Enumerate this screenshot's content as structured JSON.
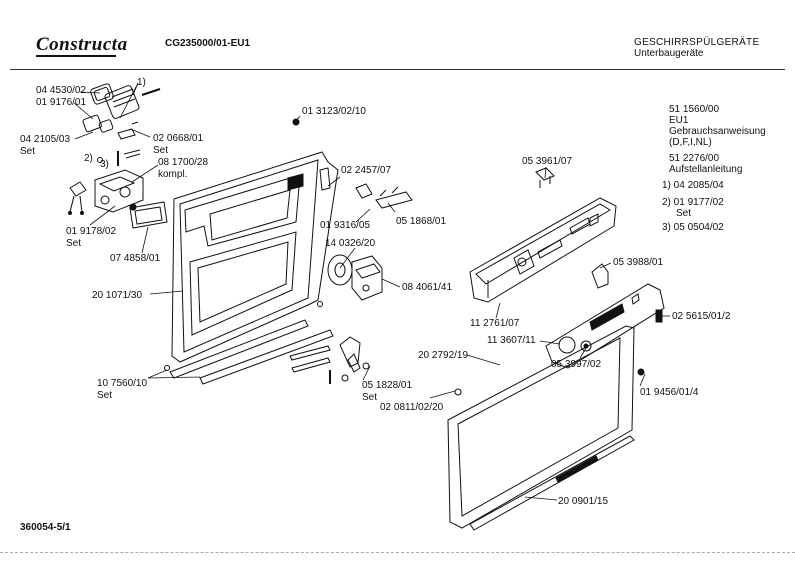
{
  "header": {
    "brand": "Constructa",
    "model": "CG235000/01-EU1",
    "category": "GESCHIRRSPÜLGERÄTE",
    "subcategory": "Unterbaugeräte"
  },
  "doc_number": "360054-5/1",
  "legend": {
    "items": [
      "51 1560/00",
      "EU1",
      "Gebrauchsanweisung",
      "(D,F,I,NL)",
      "51 2276/00",
      "Aufstellanleitung",
      "1) 04 2085/04",
      "2) 01 9177/02",
      "Set",
      "3) 05 0504/02"
    ]
  },
  "labels": [
    "04 4530/02",
    "1)",
    "01 9176/01",
    "04 2105/03",
    "Set",
    "2)",
    "3)",
    "02 0668/01",
    "Set",
    "08 1700/28",
    "kompl.",
    "01 9178/02",
    "Set",
    "07 4858/01",
    "20 1071/30",
    "01 3123/02/10",
    "02 2457/07",
    "01 9316/05",
    "05 1868/01",
    "14 0326/20",
    "08 4061/41",
    "05 3961/07",
    "05 3988/01",
    "11 2761/07",
    "02 5615/01/2",
    "11 3607/11",
    "20 2792/19",
    "05 3997/02",
    "10 7560/10",
    "Set",
    "05 1828/01",
    "Set",
    "02 0811/02/20",
    "01 9456/01/4",
    "20 0901/15"
  ]
}
